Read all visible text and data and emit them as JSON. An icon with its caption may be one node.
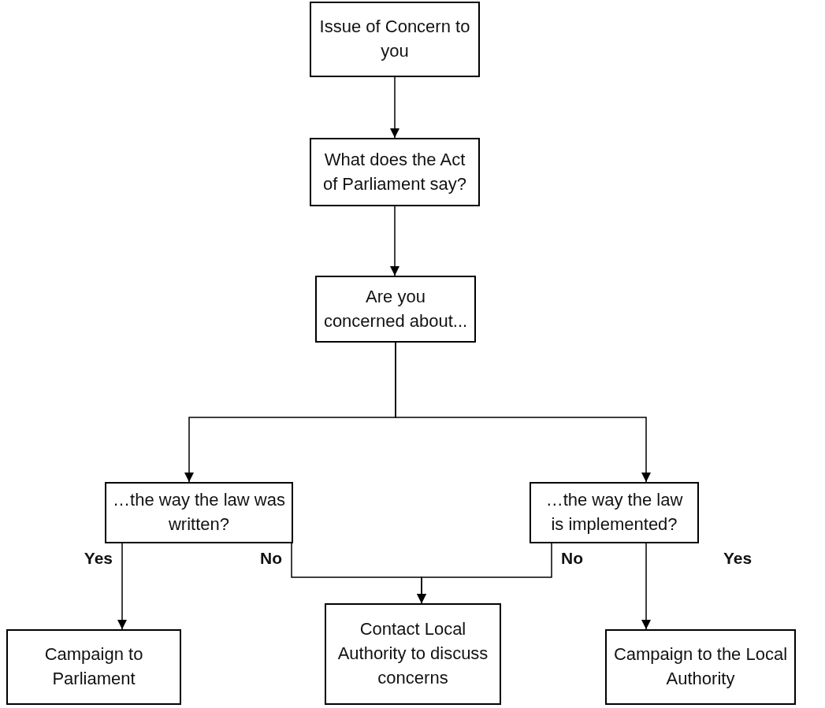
{
  "diagram": {
    "nodes": [
      {
        "text": [
          "Issue of Concern to you"
        ]
      },
      {
        "text": [
          "What does the Act of Parliament say?"
        ]
      },
      {
        "text": [
          "Are you concerned about..."
        ]
      },
      {
        "text": [
          "…the way the law was written?"
        ]
      },
      {
        "text": [
          "…the way the law is implemented?"
        ]
      },
      {
        "text": [
          "Campaign to Parliament"
        ]
      },
      {
        "text": [
          "Contact Local Authority to discuss concerns"
        ]
      },
      {
        "text": [
          "Campaign to the Local Authority"
        ]
      }
    ],
    "edges": [
      {
        "from": 0,
        "to": 1,
        "arrow": "to"
      },
      {
        "from": 1,
        "to": 2,
        "arrow": "to"
      },
      {
        "from": 2,
        "to": 3,
        "arrow": "to"
      },
      {
        "from": 2,
        "to": 4,
        "arrow": "to"
      },
      {
        "from": 3,
        "to": 5,
        "arrow": "to",
        "label": "Yes"
      },
      {
        "from": 3,
        "to": 6,
        "arrow": "to",
        "label": "No"
      },
      {
        "from": 4,
        "to": 6,
        "arrow": "to",
        "label": "No"
      },
      {
        "from": 4,
        "to": 7,
        "arrow": "to",
        "label": "Yes"
      }
    ]
  }
}
